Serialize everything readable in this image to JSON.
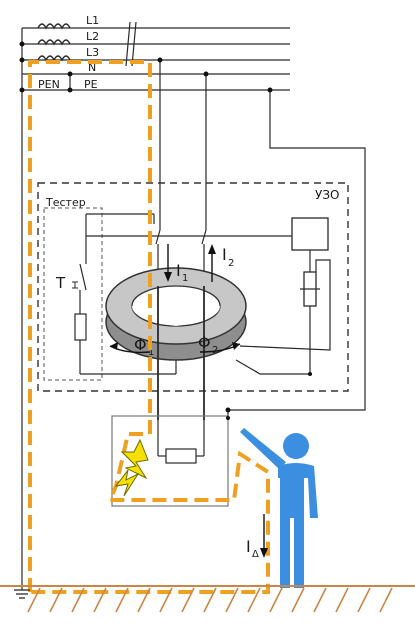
{
  "labels": {
    "l1": "L1",
    "l2": "L2",
    "l3": "L3",
    "n": "N",
    "pen": "PEN",
    "pe": "PE",
    "uzo": "УЗО",
    "tester": "Тестер",
    "test_button": "T",
    "current1": "I",
    "current1_sub": "1",
    "current2": "I",
    "current2_sub": "2",
    "flux1": "Φ",
    "flux1_sub": "1",
    "flux2": "Φ",
    "flux2_sub": "2",
    "leak_current": "I",
    "leak_current_sub": "Δ"
  },
  "colors": {
    "fault_path": "#f0a020",
    "person": "#3b8ee0",
    "lightning": "#f5e000",
    "core": "#9a9a9a",
    "ground_hatch": "#c8874a"
  },
  "icons": {
    "lightning": "lightning-bolt-icon",
    "person": "person-icon",
    "ground": "ground-symbol-icon"
  }
}
